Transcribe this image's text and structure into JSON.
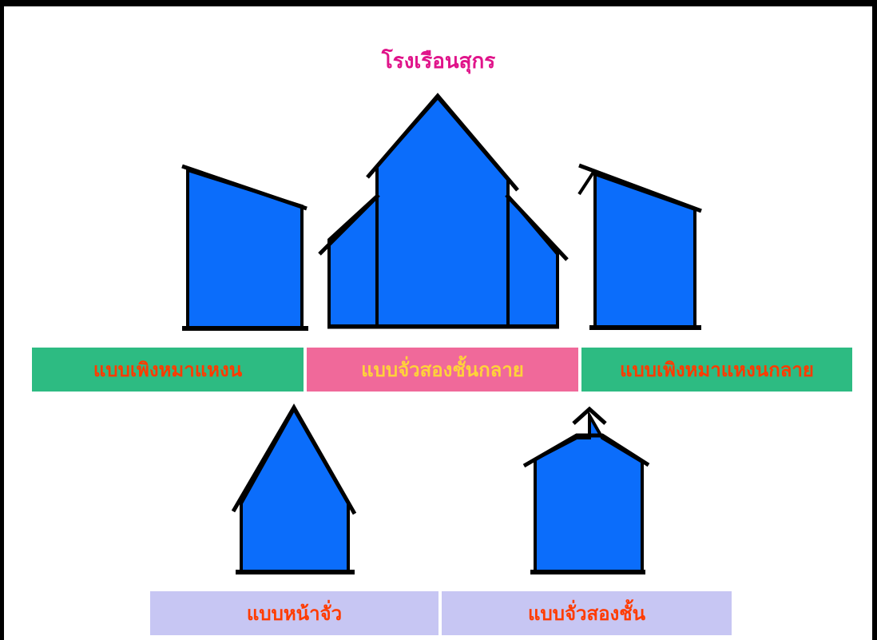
{
  "title": "โรงเรือนสุกร",
  "colors": {
    "house_fill": "#0b6dfb",
    "outline": "#000000",
    "band_green": "#2dbb82",
    "band_pink": "#f0699a",
    "band_lavender": "#c7c6f3",
    "label_text": "#ff3b00",
    "title_text": "#e0148a"
  },
  "styles": [
    {
      "name": "แบบเพิงหมาแหงน",
      "band": "green"
    },
    {
      "name": "แบบจั่วสองชั้นกลาย",
      "band": "pink"
    },
    {
      "name": "แบบเพิงหมาแหงนกลาย",
      "band": "green"
    },
    {
      "name": "แบบหน้าจั่ว",
      "band": "lavender"
    },
    {
      "name": "แบบจั่วสองชั้น",
      "band": "lavender"
    }
  ]
}
